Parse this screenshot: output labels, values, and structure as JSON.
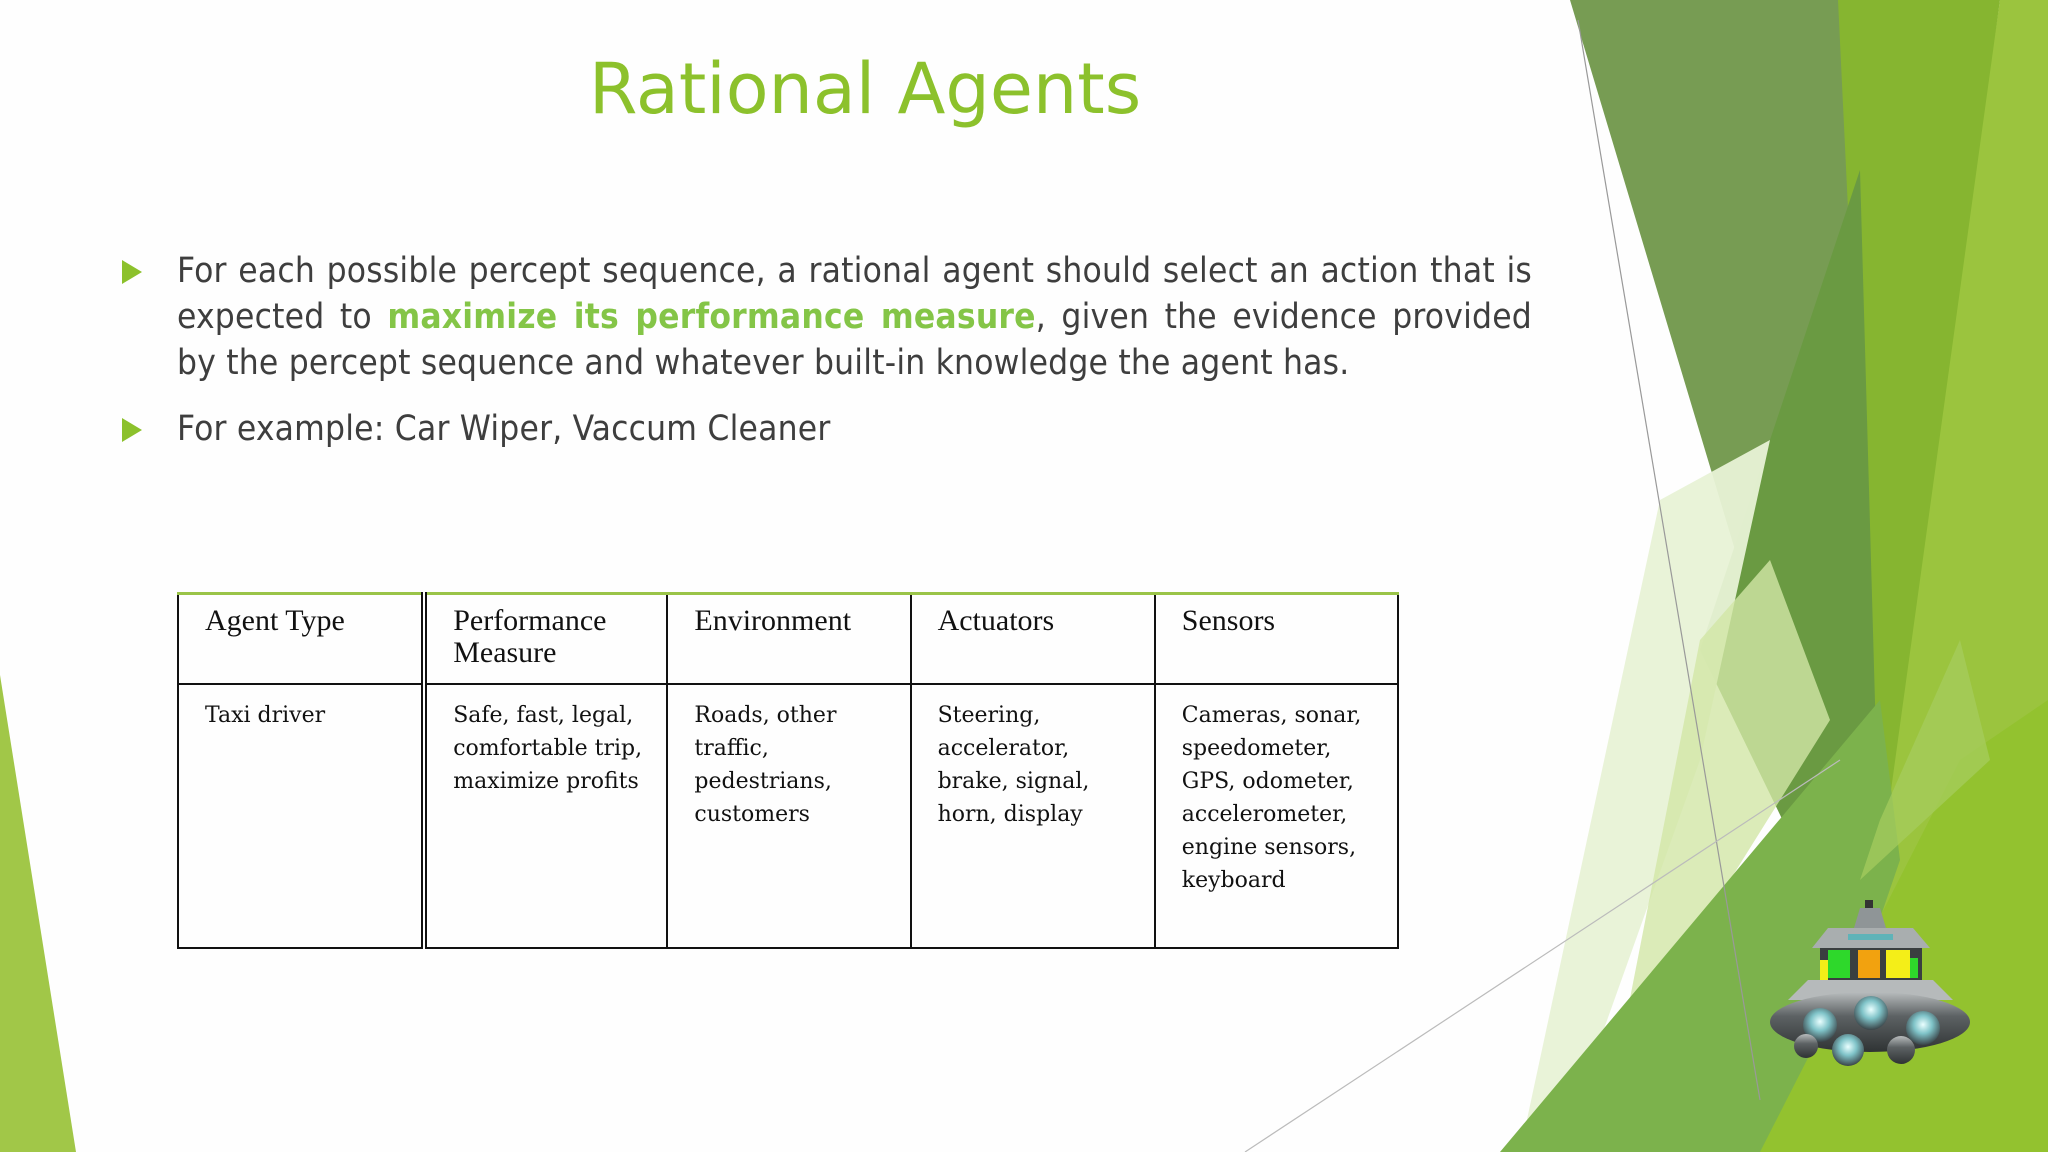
{
  "slide": {
    "title": "Rational Agents",
    "bullets": [
      {
        "text_before": "For each possible percept sequence, a rational agent should select an action that is expected to ",
        "highlight": "maximize its performance measure",
        "text_after": ", given the evidence provided by the percept sequence and whatever built-in knowledge the agent has."
      },
      {
        "text": "For example: Car Wiper, Vaccum Cleaner"
      }
    ],
    "table": {
      "headers": [
        "Agent Type",
        "Performance Measure",
        "Environment",
        "Actuators",
        "Sensors"
      ],
      "rows": [
        {
          "agent_type": "Taxi driver",
          "performance_measure": [
            "Safe, fast, legal,",
            "comfortable trip,",
            "maximize profits"
          ],
          "environment": [
            "Roads, other",
            "traffic,",
            "pedestrians,",
            "customers"
          ],
          "actuators": [
            "Steering,",
            "accelerator,",
            "brake, signal,",
            "horn, display"
          ],
          "sensors": [
            "Cameras, sonar,",
            "speedometer,",
            "GPS, odometer,",
            "accelerometer,",
            "engine sensors,",
            "keyboard"
          ]
        }
      ]
    }
  },
  "theme": {
    "title_color": "#8cc12c",
    "bullet_color": "#8cc12c",
    "highlight_color": "#84c547",
    "text_color": "#3e3e3e",
    "table_top_rule_color": "#9ac448"
  },
  "icons": {
    "bullet": "triangle-right-icon",
    "decoration": "ufo-spaceship-icon"
  }
}
